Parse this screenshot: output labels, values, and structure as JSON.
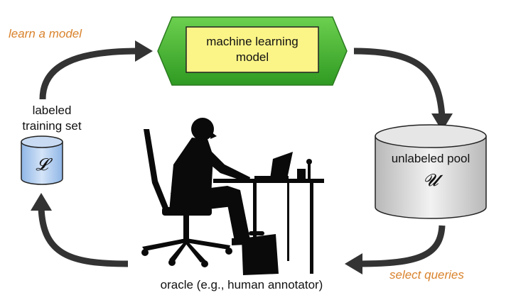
{
  "labels": {
    "learn_a_model": "learn a model",
    "select_queries": "select queries",
    "model_line1": "machine learning",
    "model_line2": "model",
    "labeled_line1": "labeled",
    "labeled_line2": "training set",
    "labeled_symbol": "𝓛",
    "pool_label": "unlabeled pool",
    "pool_symbol": "𝓤",
    "oracle": "oracle (e.g., human annotator)"
  },
  "colors": {
    "arrow": "#333333",
    "accent_orange": "#d9822b",
    "model_green": "#3fae2a",
    "model_yellow": "#fbf487",
    "labeled_blue": "#a9c9ef",
    "pool_gray": "#d6d6d6"
  }
}
